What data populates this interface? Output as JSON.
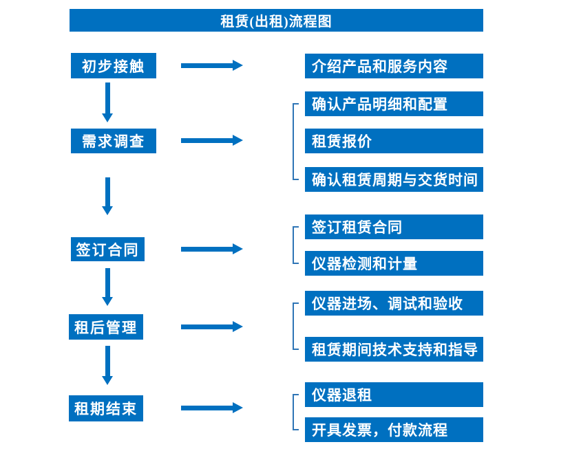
{
  "title": "租赁(出租)流程图",
  "colors": {
    "primary": "#0070C0",
    "bracket": "#2E75B6",
    "text_on_primary": "#FFFFFF",
    "background": "#FFFFFF"
  },
  "stages": [
    {
      "label": "初步接触"
    },
    {
      "label": "需求调查"
    },
    {
      "label": "签订合同"
    },
    {
      "label": "租后管理"
    },
    {
      "label": "租期结束"
    }
  ],
  "details": [
    {
      "label": "介绍产品和服务内容"
    },
    {
      "label": "确认产品明细和配置"
    },
    {
      "label": "租赁报价"
    },
    {
      "label": "确认租赁周期与交货时间"
    },
    {
      "label": "签订租赁合同"
    },
    {
      "label": "仪器检测和计量"
    },
    {
      "label": "仪器进场、调试和验收"
    },
    {
      "label": "租赁期间技术支持和指导"
    },
    {
      "label": "仪器退租"
    },
    {
      "label": "开具发票，付款流程"
    }
  ]
}
